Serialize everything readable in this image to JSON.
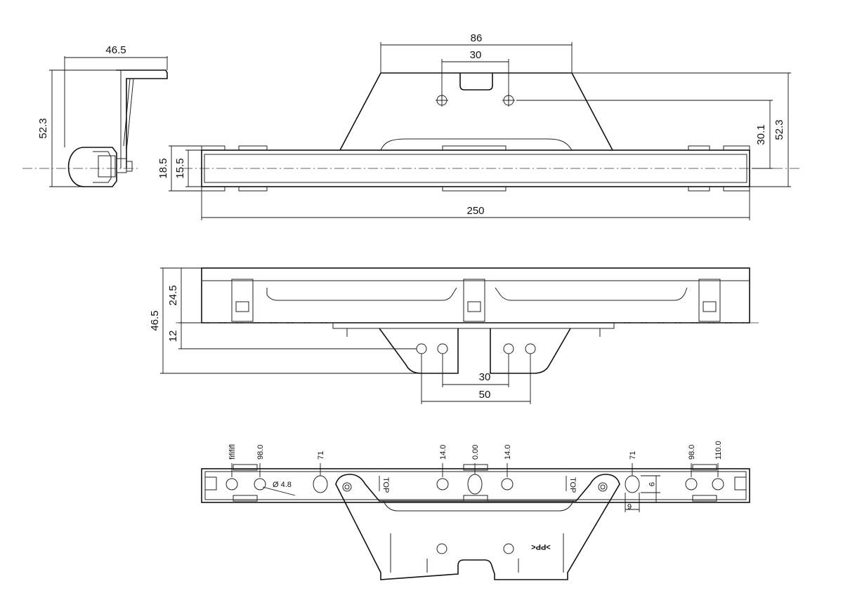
{
  "views": {
    "side": {
      "width_label": "46.5",
      "height_label": "52.3"
    },
    "front": {
      "width_label": "86",
      "hole_spacing_label": "30",
      "hole_height_label": "30.1",
      "total_height_label": "52.3",
      "outer_height_label": "18.5",
      "inner_height_label": "15.5",
      "length_label": "250"
    },
    "top": {
      "upper_height_label": "24.5",
      "total_height_label": "46.5",
      "offset_label": "12",
      "hole_spacing_label": "30",
      "hole_group_label": "50"
    },
    "bottom": {
      "pos_left_outer": "ﬁﬁﬁﬂ",
      "pos_left_98": "98.0",
      "pos_left_71": "71",
      "pos_left_14": "14.0",
      "pos_center": "0.00",
      "pos_right_14": "14.0",
      "pos_right_71": "71",
      "pos_right_98": "98.0",
      "pos_right_110": "110.0",
      "hole_diameter_label": "Ø 4.8",
      "slot_h_label": "9",
      "slot_w_label": "6",
      "top_marker_left": "TOP",
      "top_marker_right": "TOP",
      "material_mark": ">PP<"
    }
  }
}
